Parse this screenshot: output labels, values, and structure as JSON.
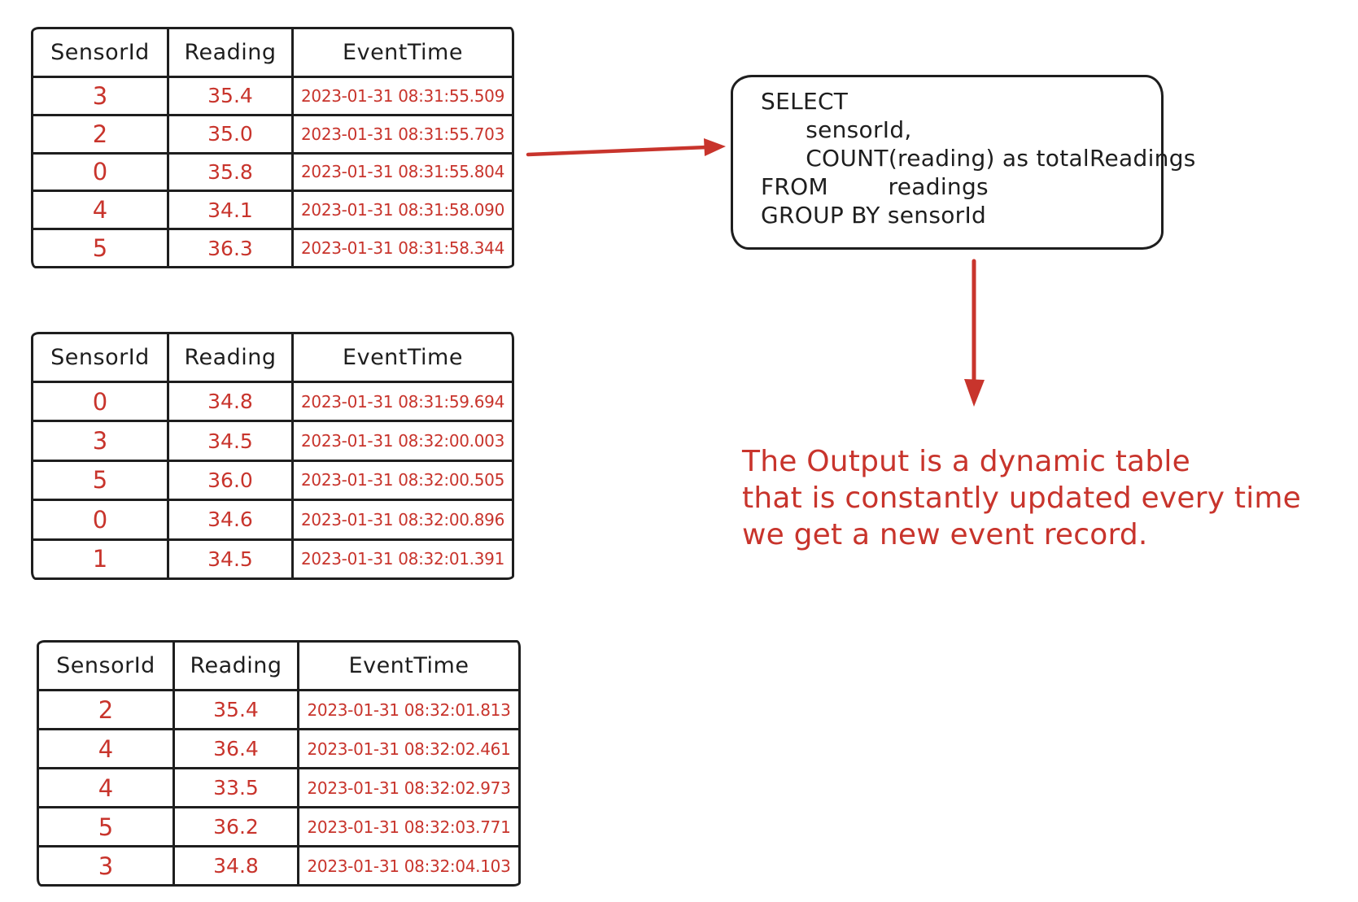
{
  "colors": {
    "ink": "#1e1e1e",
    "accent_red": "#c8342c",
    "background": "#ffffff"
  },
  "tables": [
    {
      "headers": [
        "SensorId",
        "Reading",
        "EventTime"
      ],
      "rows": [
        [
          "3",
          "35.4",
          "2023-01-31 08:31:55.509"
        ],
        [
          "2",
          "35.0",
          "2023-01-31 08:31:55.703"
        ],
        [
          "0",
          "35.8",
          "2023-01-31 08:31:55.804"
        ],
        [
          "4",
          "34.1",
          "2023-01-31 08:31:58.090"
        ],
        [
          "5",
          "36.3",
          "2023-01-31 08:31:58.344"
        ]
      ]
    },
    {
      "headers": [
        "SensorId",
        "Reading",
        "EventTime"
      ],
      "rows": [
        [
          "0",
          "34.8",
          "2023-01-31 08:31:59.694"
        ],
        [
          "3",
          "34.5",
          "2023-01-31 08:32:00.003"
        ],
        [
          "5",
          "36.0",
          "2023-01-31 08:32:00.505"
        ],
        [
          "0",
          "34.6",
          "2023-01-31 08:32:00.896"
        ],
        [
          "1",
          "34.5",
          "2023-01-31 08:32:01.391"
        ]
      ]
    },
    {
      "headers": [
        "SensorId",
        "Reading",
        "EventTime"
      ],
      "rows": [
        [
          "2",
          "35.4",
          "2023-01-31 08:32:01.813"
        ],
        [
          "4",
          "36.4",
          "2023-01-31 08:32:02.461"
        ],
        [
          "4",
          "33.5",
          "2023-01-31 08:32:02.973"
        ],
        [
          "5",
          "36.2",
          "2023-01-31 08:32:03.771"
        ],
        [
          "3",
          "34.8",
          "2023-01-31 08:32:04.103"
        ]
      ]
    }
  ],
  "sql_box": {
    "lines": [
      "SELECT",
      "      sensorId,",
      "      COUNT(reading) as totalReadings",
      "FROM        readings",
      "GROUP BY sensorId"
    ]
  },
  "note": {
    "lines": [
      "The Output is a dynamic table",
      "that is constantly updated every time",
      "we get a new event record."
    ]
  },
  "icons": {
    "flow_arrow_right": "arrow-right-icon",
    "flow_arrow_down": "arrow-down-icon"
  }
}
